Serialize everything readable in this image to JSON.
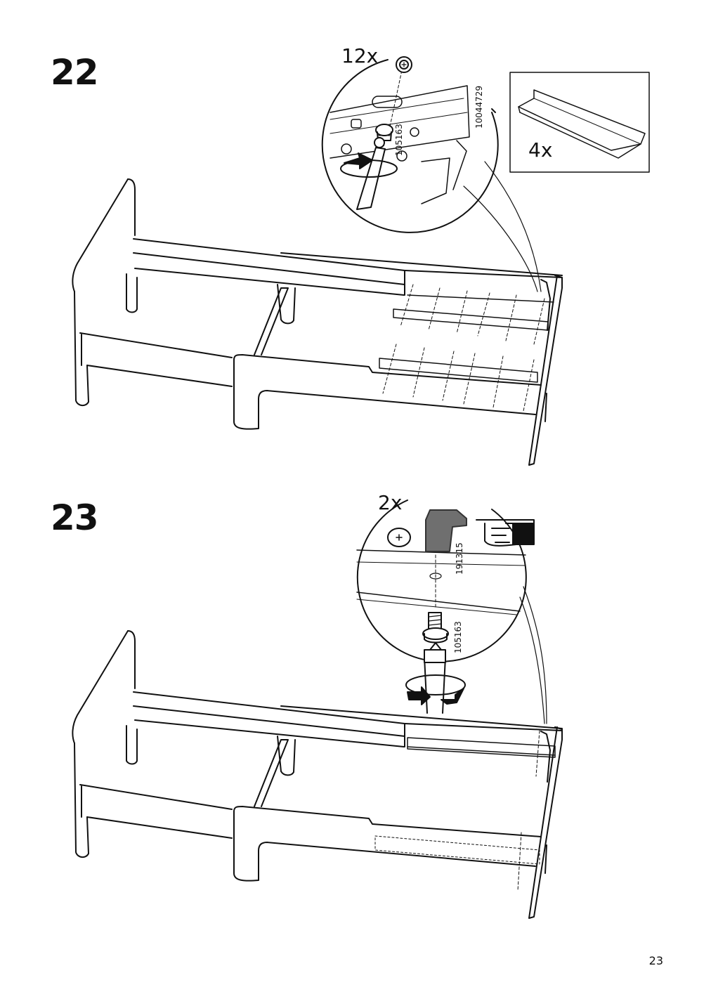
{
  "steps": [
    {
      "number": "22",
      "screw_qty": "12x",
      "screw_part": "105163",
      "bracket_part": "10044729",
      "bracket_qty": "4x"
    },
    {
      "number": "23",
      "stop_qty": "2x",
      "stop_part": "191315",
      "screw_part": "105163"
    }
  ],
  "page_number": "23",
  "icons": [
    "screw-icon",
    "screwdriver-icon",
    "rotate-arrow-icon",
    "bracket-icon",
    "pointing-hand-icon",
    "stop-block-icon",
    "bed-frame-icon"
  ]
}
